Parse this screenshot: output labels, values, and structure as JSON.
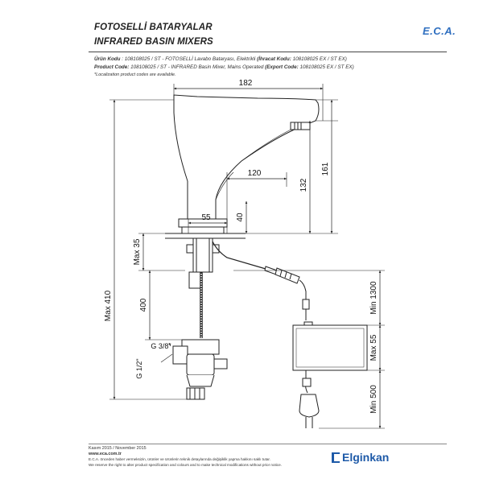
{
  "header": {
    "title_tr": "FOTOSELLİ BATARYALAR",
    "title_en": "INFRARED BASIN MIXERS",
    "logo": "E.C.A."
  },
  "info": {
    "tr_label": "Ürün Kodu",
    "tr_text": ": 108108025 / ST - FOTOSELLİ Lavabo Bataryası, Elektrikli",
    "tr_export_label": "(İhracat Kodu:",
    "tr_export_text": "108108025 EX / ST EX)",
    "en_label": "Product Code:",
    "en_text": "108108025 / ST - INFRARED Basin Mixer, Mains Operated",
    "en_export_label": "(Export Code:",
    "en_export_text": "108108025 EX / ST EX)",
    "note": "*Localization product codes are available."
  },
  "dimensions": {
    "width": "182",
    "reach": "120",
    "base": "55",
    "h40": "40",
    "h132": "132",
    "h161": "161",
    "max35": "Max 35",
    "h400": "400",
    "max410": "Max 410",
    "g38": "G 3/8\"",
    "g12": "G 1/2\"",
    "min1300": "Min 1300",
    "max55": "Max 55",
    "min500": "Min 500"
  },
  "footer": {
    "date": "Kasım 2015 / November 2015",
    "url": "www.eca.com.tr",
    "disclaimer_tr": "E.C.A. önceden haber vermeksizin, ürünler ve ürünlerin teknik detaylarında değişiklik yapma hakkını saklı tutar.",
    "disclaimer_en": "We reserve the right to alter product specification and colours and to make technical modifications without prior notice.",
    "brand": "Elginkan"
  }
}
